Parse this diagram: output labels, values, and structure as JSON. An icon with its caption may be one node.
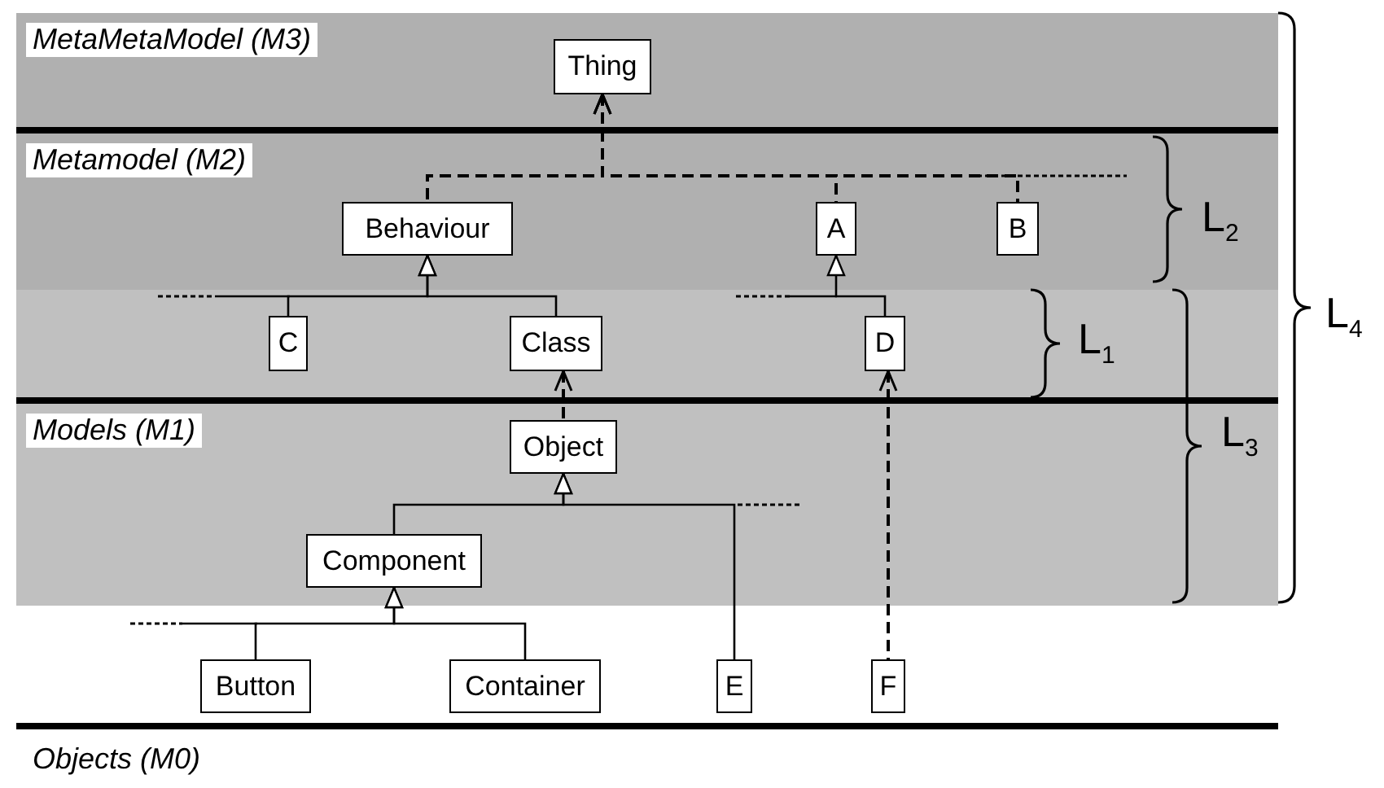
{
  "diagram": {
    "nodes": [
      {
        "text": [
          "Thing"
        ]
      },
      {
        "text": [
          "Behaviour"
        ]
      },
      {
        "text": [
          "A"
        ]
      },
      {
        "text": [
          "B"
        ]
      },
      {
        "text": [
          "C"
        ]
      },
      {
        "text": [
          "Class"
        ]
      },
      {
        "text": [
          "D"
        ]
      },
      {
        "text": [
          "Object"
        ]
      },
      {
        "text": [
          "Component"
        ]
      },
      {
        "text": [
          "Button"
        ]
      },
      {
        "text": [
          "Container"
        ]
      },
      {
        "text": [
          "E"
        ]
      },
      {
        "text": [
          "F"
        ]
      }
    ],
    "edges": [
      {
        "from": 1,
        "to": 0,
        "arrow": "to",
        "style": "dashed"
      },
      {
        "from": 2,
        "to": 0,
        "arrow": "to",
        "style": "dashed"
      },
      {
        "from": 3,
        "to": 0,
        "arrow": "to",
        "style": "dashed"
      },
      {
        "from": 4,
        "to": 1,
        "arrow": "to"
      },
      {
        "from": 5,
        "to": 1,
        "arrow": "to"
      },
      {
        "from": 6,
        "to": 2,
        "arrow": "to"
      },
      {
        "from": 7,
        "to": 5,
        "arrow": "to",
        "style": "dashed"
      },
      {
        "from": 8,
        "to": 7,
        "arrow": "to"
      },
      {
        "from": 11,
        "to": 7,
        "arrow": "to"
      },
      {
        "from": 9,
        "to": 8,
        "arrow": "to"
      },
      {
        "from": 10,
        "to": 8,
        "arrow": "to"
      },
      {
        "from": 12,
        "to": 6,
        "arrow": "to",
        "style": "dashed"
      }
    ],
    "labels": [
      "MetaMetaModel (M3)",
      "Metamodel (M2)",
      "L$_{2}$",
      "L$_{1}$",
      "L$_{4}$",
      "Models (M1)",
      "L$_{3}$",
      "Objects (M0)"
    ]
  }
}
